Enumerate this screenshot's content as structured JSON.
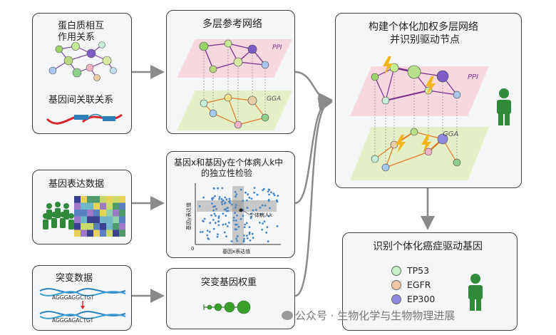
{
  "panels": {
    "ppi_title_line1": "蛋白质相互",
    "ppi_title_line2": "作用关系",
    "gene_assoc_title": "基因间关联关系",
    "expression_title": "基因表达数据",
    "mutation_title": "突变数据",
    "multilayer_title": "多层参考网络",
    "independence_title_line1": "基因x和基因y在个体病人k中",
    "independence_title_line2": "的独立性检验",
    "mutation_weight_title": "突变基因权重",
    "build_title_line1": "构建个体化加权多层网络",
    "build_title_line2": "并识别驱动节点",
    "identify_title": "识别个体化癌症驱动基因"
  },
  "layers": {
    "ppi": "PPI",
    "gga": "GGA"
  },
  "scatter": {
    "y_axis_label": "基因y表达值",
    "x_axis_label": "基因x表达值",
    "origin": "0",
    "patient_label": "个体病人k"
  },
  "dna": {
    "seq_top": "AGGGAGGCTGT",
    "seq_bottom": "AGGGAGACTGT"
  },
  "genes": [
    {
      "name": "TP53",
      "color": "#c8f0c8"
    },
    {
      "name": "EGFR",
      "color": "#f2c9a8"
    },
    {
      "name": "EP300",
      "color": "#8f8ae0"
    }
  ],
  "watermark": "公众号 · 生物化学与生物物理进展",
  "colors": {
    "ppi_layer": "#f6d8de",
    "gga_layer": "#e4efc6",
    "person": "#2f8a3a",
    "bolt": "#f2b51c",
    "scatter_points": "#4a86c4"
  }
}
